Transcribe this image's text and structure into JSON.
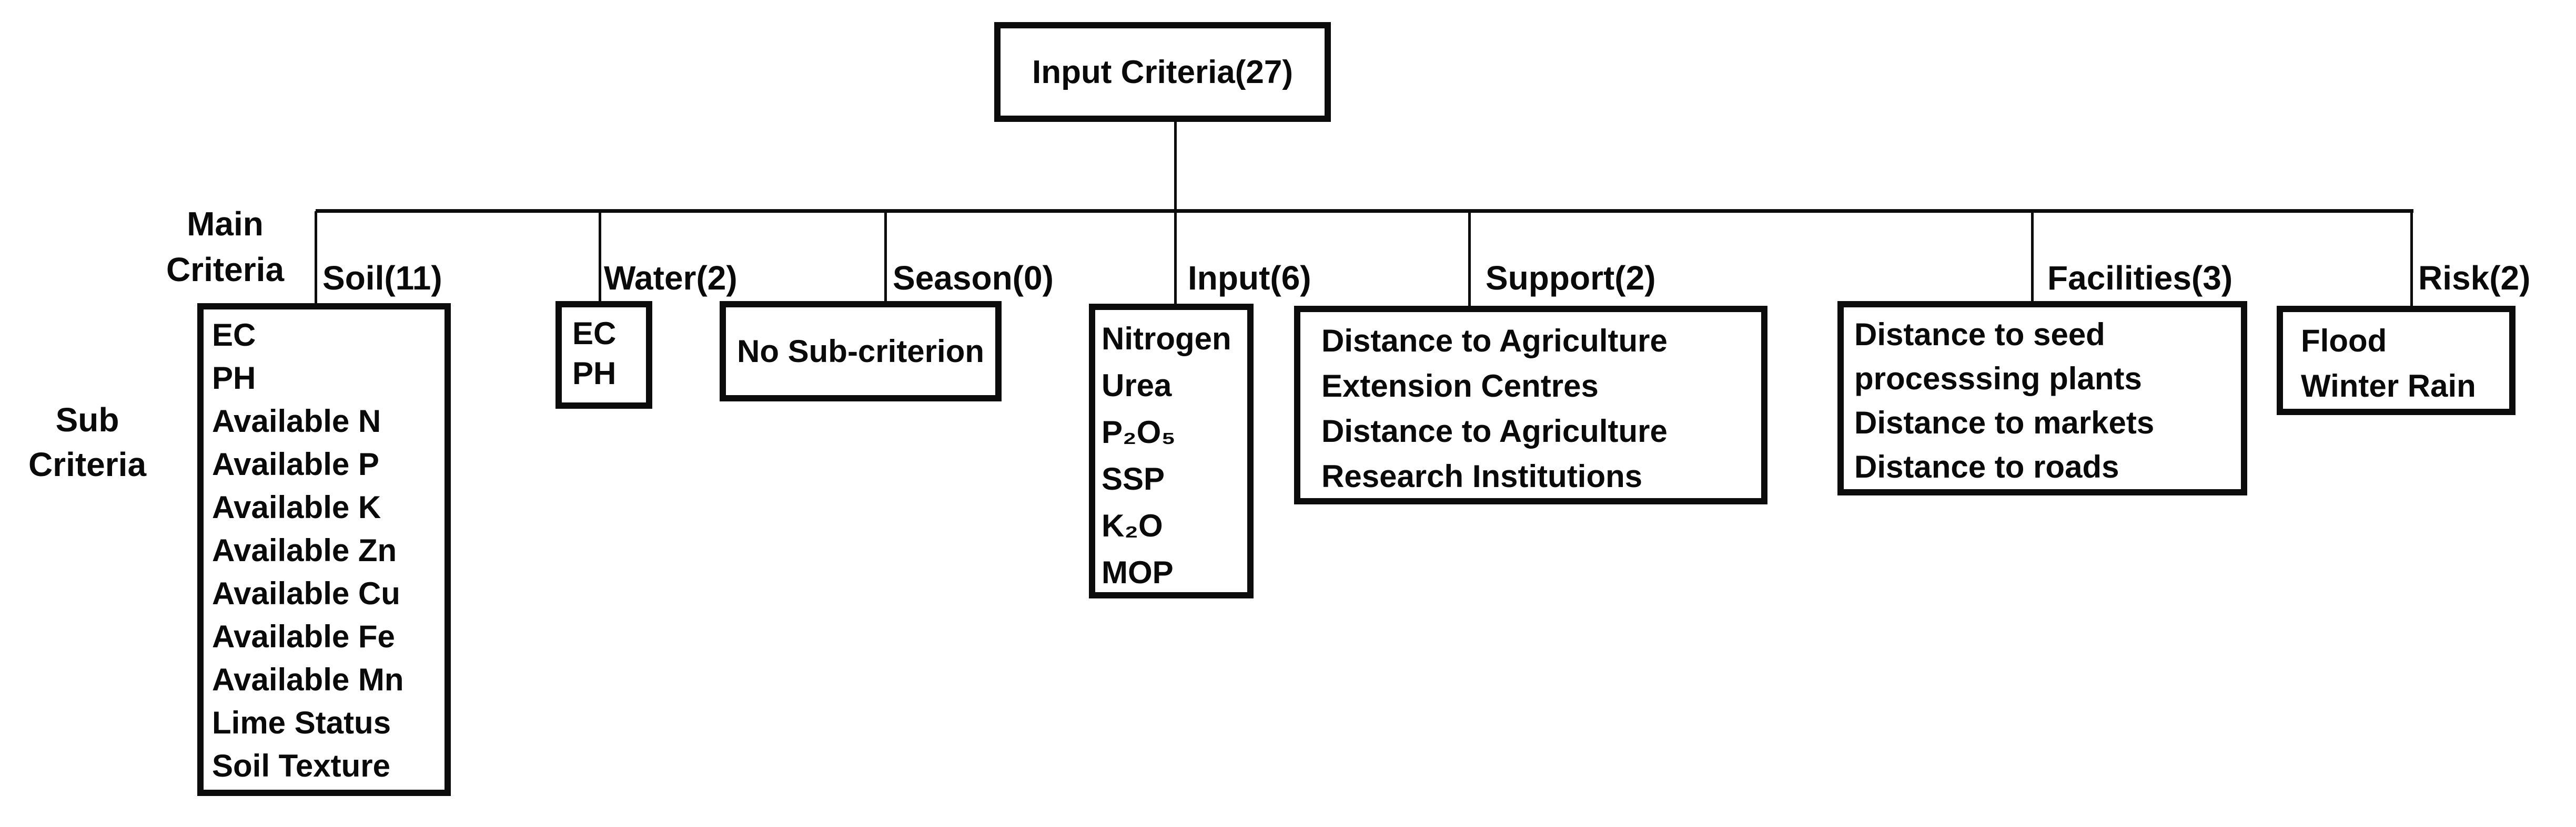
{
  "colors": {
    "ink": "#0a0a0a",
    "background": "#ffffff"
  },
  "root": {
    "label": "Input Criteria(27)"
  },
  "row_labels": {
    "main_criteria": [
      "Main",
      "Criteria"
    ],
    "sub_criteria": [
      "Sub",
      "Criteria"
    ]
  },
  "branches": [
    {
      "id": "soil",
      "label": "Soil(11)",
      "items": [
        "EC",
        "PH",
        "Available N",
        "Available P",
        "Available K",
        "Available Zn",
        "Available Cu",
        "Available Fe",
        "Available Mn",
        "Lime Status",
        "Soil Texture"
      ]
    },
    {
      "id": "water",
      "label": "Water(2)",
      "items": [
        "EC",
        "PH"
      ]
    },
    {
      "id": "season",
      "label": "Season(0)",
      "items": [
        "No Sub-criterion"
      ]
    },
    {
      "id": "input",
      "label": "Input(6)",
      "items": [
        "Nitrogen",
        "Urea",
        "P₂O₅",
        "SSP",
        "K₂O",
        "MOP"
      ]
    },
    {
      "id": "support",
      "label": "Support(2)",
      "items": [
        "Distance to Agriculture",
        "Extension Centres",
        "Distance to Agriculture",
        "Research Institutions"
      ]
    },
    {
      "id": "facilities",
      "label": "Facilities(3)",
      "items": [
        "Distance to seed",
        "processsing plants",
        "Distance to markets",
        "Distance to roads"
      ]
    },
    {
      "id": "risk",
      "label": "Risk(2)",
      "items": [
        "Flood",
        "Winter Rain"
      ]
    }
  ]
}
